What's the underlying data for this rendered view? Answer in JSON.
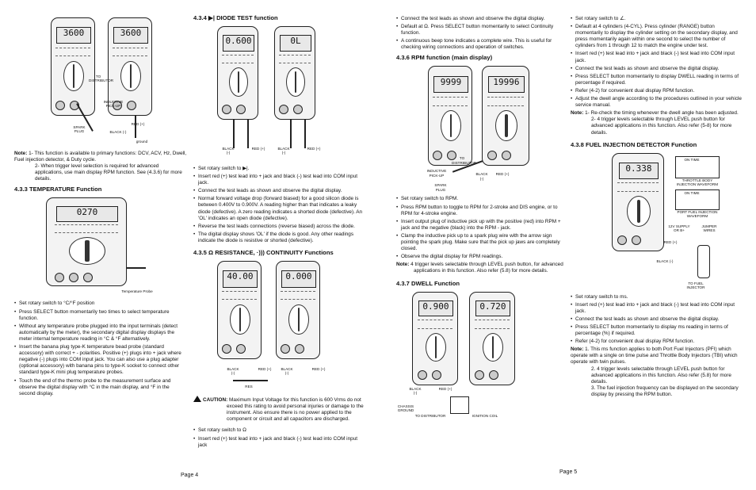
{
  "col1": {
    "fig1_readings": [
      "3600",
      "3600"
    ],
    "fig1_labels": {
      "to_distributor": "TO DISTRIBUTOR",
      "inductive_pickup": "INDUCTIVE PICK-UP",
      "spark_plug": "SPARK PLUG",
      "red_plus": "RED (+)",
      "black_minus": "BLACK (-)",
      "ground": "ground"
    },
    "note_label": "Note:",
    "note_items": [
      "1- This function is available to primary functions: DCV, ACV, Hz, Dwell, Fuel injection detector, & Duty cycle.",
      "2- When trigger level selection is required for advanced applications, use main display RPM function. See (4.3.6) for more details."
    ],
    "temp_heading": "4.3.3 TEMPERATURE  Function",
    "fig2_reading": "0270",
    "fig2_caption": "Temperature Probe",
    "temp_bullets": [
      "Set rotary switch to °C/°F position",
      "Press SELECT button momentarily two times to select temperature function.",
      "Without any temperature probe plugged into the input terminals (detect automatically by the meter), the secondary digital display displays the meter internal temperature reading in °C & °F alternatively.",
      "Insert the banana plug type-K temperature bead probe (standard accessory) with correct + - polarities. Positive (+) plugs into + jack where negative (-) plugs into COM input jack. You can also use a plug adapter (optional accessory) with banana pins to type-K socket to connect other standard type-K mini plug temperature probes.",
      "Touch the end of the thermo probe to the measurement surface and observe the digital display with °C in the main display, and °F in the second display."
    ],
    "page": "Page 4"
  },
  "col2": {
    "diode_heading": "4.3.4  ▶|  DIODE TEST function",
    "fig3_readings": [
      "0.600",
      "0L"
    ],
    "fig3_labels": {
      "black": "BLACK (-)",
      "red": "RED (+)"
    },
    "diode_bullets": [
      "Set rotary switch to ▶|.",
      "Insert red (+) test lead into + jack and black (-) test lead into COM input jack.",
      "Connect the test leads as shown and observe the digital display.",
      "Normal forward voltage drop (forward biased) for a good silicon diode is between 0.400V to 0.900V. A reading higher than that indicates a leaky diode (defective). A zero reading indicates a shorted diode (defective). An 'OL' indicates an open diode (defective).",
      "Reverse the test leads connections (reverse biased) across the diode.",
      "The digital display shows 'OL' if the diode is good. Any other readings indicate the diode is resistive or shorted (defective)."
    ],
    "res_heading": "4.3.5 Ω RESISTANCE,  ·))) CONTINUITY Functions",
    "fig4_readings": [
      "40.00",
      "0.000"
    ],
    "fig4_labels": {
      "black": "BLACK (-)",
      "red": "RED (+)",
      "res": "RES"
    },
    "caution_label": "CAUTION:",
    "caution_text": "Maximum Input Voltage for this function is 600 Vrms do not exceed this rating to avoid personal injuries or damage to the instrument. Also ensure there is no power applied to the component or circuit and all capacitors are discharged.",
    "res_bullets": [
      "Set rotary switch to Ω",
      "Insert red (+) test lead into + jack and black (-) test lead into COM input jack"
    ],
    "page": "Page 4"
  },
  "col3": {
    "top_bullets": [
      "Connect the test leads as shown and observe the digital display.",
      "Default at Ω. Press SELECT button momentarily to select Continuity function.",
      "A continuous beep tone indicates a complete wire. This is useful for checking wiring connections and operation of switches."
    ],
    "rpm_heading": "4.3.6 RPM function (main display)",
    "fig5_readings": [
      "9999",
      "19996"
    ],
    "fig5_labels": {
      "to_distributor": "TO DISTRIBUTOR",
      "pickup": "INDUCTIVE PICK-UP",
      "spark": "SPARK PLUG",
      "black": "BLACK (-)",
      "red": "RED (+)"
    },
    "rpm_bullets": [
      "Set rotary switch to RPM.",
      "Press RPM button to toggle to RPM for 2-stroke and DIS engine, or to RPM for 4-stroke engine.",
      "Insert output plug of inductive pick up with the positive (red) into RPM + jack and the negative (black) into the RPM - jack.",
      "Clamp the inductive pick up to a spark plug wire with the arrow sign pointing the spark plug. Make sure that the pick up jaws are completely closed.",
      "Observe the digital display for RPM readings."
    ],
    "rpm_note_label": "Note:",
    "rpm_note": "4 trigger levels selectable through LEVEL push button, for advanced applications in this function. Also refer (5.8) for more details.",
    "dwell_heading": "4.3.7 DWELL Function",
    "fig6_readings": [
      "0.900",
      "0.720"
    ],
    "fig6_labels": {
      "black": "BLACK (-)",
      "red": "RED (+)",
      "chassis": "CHASSIS GROUND",
      "to_dist": "TO DISTRIBUTOR",
      "ignition": "IGNITION COIL"
    },
    "page": "Page 5"
  },
  "col4": {
    "dwell_bullets": [
      "Set rotary switch to ∠.",
      "Default at 4 cylinders (4-CYL). Press cylinder (RANGE) button momentarily to display the cylinder setting on the secondary display, and press momentarily again within one second to select the number of cylinders from 1 through 12 to match the engine under test.",
      "Insert red (+) test lead into + jack and black (-) test lead into COM input jack.",
      "Connect the test leads as shown and observe the digital display.",
      "Press SELECT button momentarily to display DWELL reading in terms of percentage if required.",
      "Refer (4-2) for convenient dual display RPM function.",
      "Adjust the dwell angle according to the procedures outlined in your vehicle service manual."
    ],
    "dwell_note_label": "Note:",
    "dwell_notes": [
      "1- Re-check the timing whenever the dwell angle has been adjusted.",
      "2- 4 trigger levels selectable through LEVEL push button for advanced applications in this function. Also refer (5-8) for more details."
    ],
    "fuel_heading": "4.3.8 FUEL INJECTION DETECTOR Function",
    "fig7_reading": "0.338",
    "fig7_labels": {
      "on_time_top": "ON TIME",
      "throttle": "THROTTLE BODY INJECTION WAVEFORM",
      "on_time_mid": "ON TIME",
      "port": "PORT FUEL INJECTION WAVEFORM",
      "supply": "12V SUPPLY OR B+",
      "jumper": "JUMPER WIRES",
      "red": "RED (+)",
      "black": "BLACK (-)",
      "to_fuel": "TO FUEL INJECTOR"
    },
    "fuel_bullets": [
      "Set rotary switch to ms.",
      "Insert red (+) test lead into + jack and black (-) test lead into COM input jack.",
      "Connect the test leads as shown and observe the digital display.",
      "Press SELECT button momentarily to display ms reading in terms of percentage (%) if required.",
      "Refer (4-2) for convenient dual display RPM function."
    ],
    "fuel_note_label": "Note:",
    "fuel_notes": [
      "1. This ms function applies to both Port Fuel Injectors (PFI) which operate with a single on time pulse and Throttle Body Injectors (TBI) which operate with twin pulses.",
      "2. 4 trigger levels selectable through LEVEL push button for advanced applications in this function. Also refer (5.8) for more details.",
      "3. The fuel injection frequency can be displayed on the secondary display by pressing the RPM button."
    ]
  }
}
